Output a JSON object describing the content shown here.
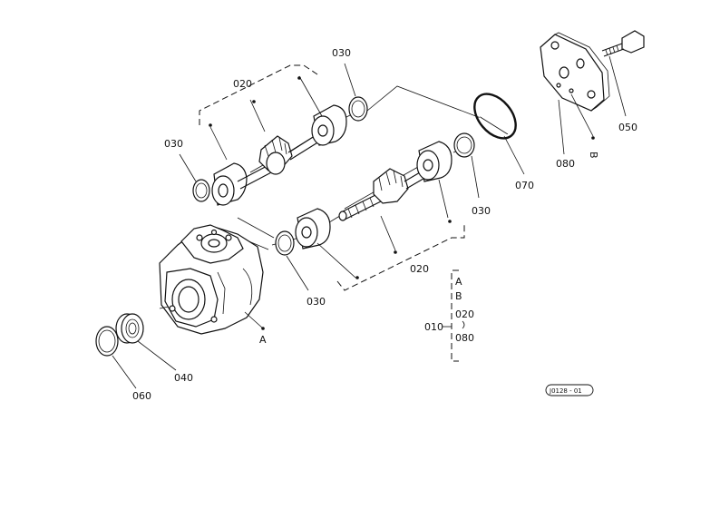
{
  "labels": {
    "p020_top": "020",
    "p030_top": "030",
    "p030_left": "030",
    "p030_right": "030",
    "p030_bottom": "030",
    "p020_bottom": "020",
    "p050": "050",
    "p070": "070",
    "p080": "080",
    "pB": "B",
    "pA": "A",
    "p040": "040",
    "p060": "060"
  },
  "legend": {
    "a": "A",
    "b": "B",
    "assembly": "010",
    "item1": "020",
    "item2": "080"
  },
  "drawing_code": "J0128 - 01"
}
